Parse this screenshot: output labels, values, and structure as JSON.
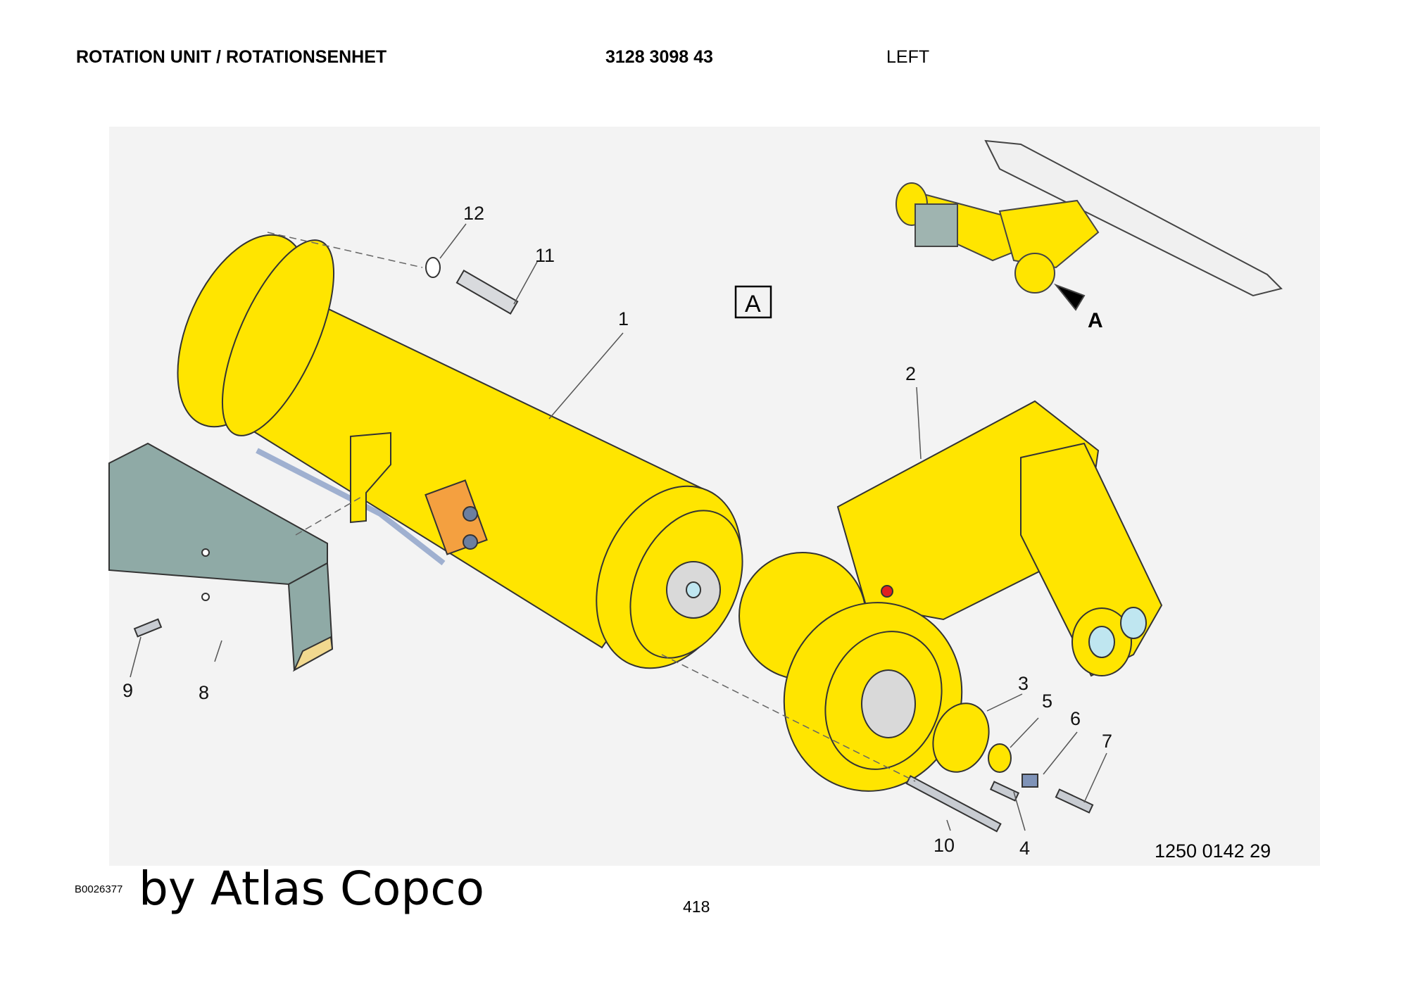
{
  "header": {
    "title": "ROTATION UNIT / ROTATIONSENHET",
    "part_number": "3128 3098 43",
    "side": "LEFT"
  },
  "diagram": {
    "view_label": "A",
    "overview_arrow_label": "A",
    "callouts": [
      "1",
      "2",
      "3",
      "4",
      "5",
      "6",
      "7",
      "8",
      "9",
      "10",
      "11",
      "12"
    ],
    "colors": {
      "part_yellow": "#ffe500",
      "shield_grey": "#8faaa6",
      "valve_orange": "#f4a040",
      "background_panel": "#f3f3f3"
    }
  },
  "drawing_code": "1250 0142 29",
  "figure_id": "B0026377",
  "watermark": "by Atlas Copco",
  "page_number": "418"
}
